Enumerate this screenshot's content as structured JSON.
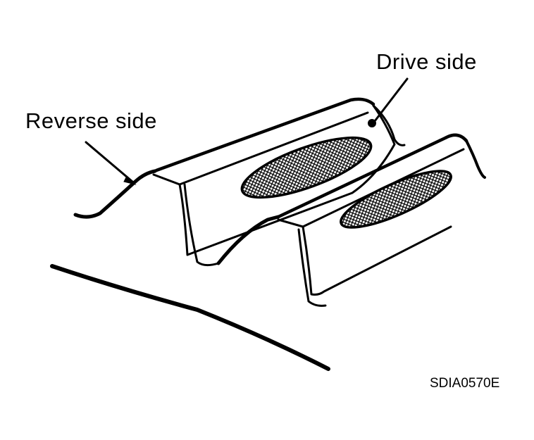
{
  "labels": {
    "drive_side": "Drive side",
    "reverse_side": "Reverse side",
    "figure_code": "SDIA0570E"
  },
  "colors": {
    "line": "#000000",
    "background": "#ffffff"
  },
  "icons": {
    "contact_marker": "filled-dot",
    "contact_pattern": "crosshatch-oval"
  }
}
